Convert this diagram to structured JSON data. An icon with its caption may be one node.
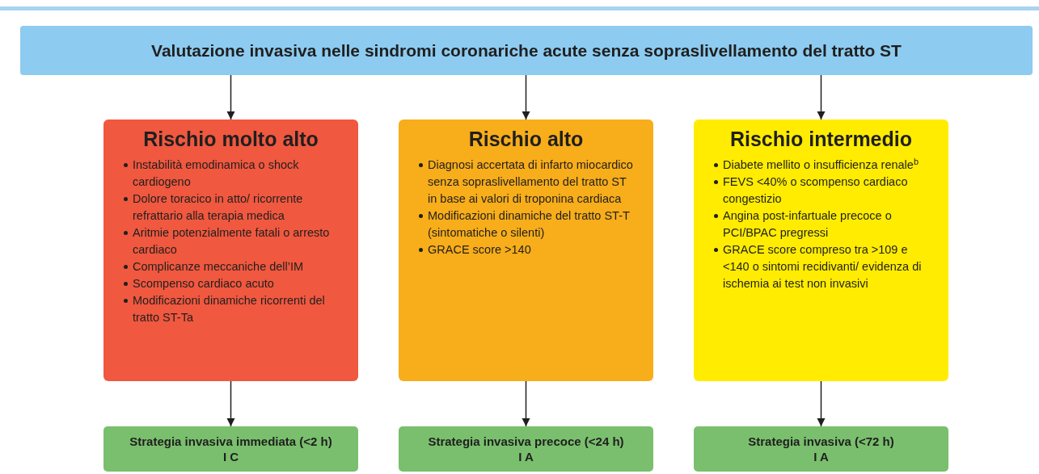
{
  "diagram": {
    "nodes": [
      {
        "text": [
          "Valutazione invasiva nelle sindromi coronariche acute senza sopraslivellamento del tratto ST"
        ]
      },
      {
        "text": [
          "Rischio molto alto",
          "Instabilità emodinamica o shock cardiogeno",
          "Dolore toracico in atto/ ricorrente refrattario alla terapia medica",
          "Aritmie potenzialmente fatali o arresto cardiaco",
          "Complicanze meccaniche dell’IM",
          "Scompenso cardiaco acuto",
          "Modificazioni dinamiche ricorrenti del tratto ST-Ta"
        ]
      },
      {
        "text": [
          "Rischio alto",
          "Diagnosi accertata di infarto miocardico senza sopraslivellamento del tratto ST in base ai valori di troponina cardiaca",
          "Modificazioni dinamiche del tratto ST-T (sintomatiche o silenti)",
          "GRACE score >140"
        ]
      },
      {
        "text": [
          "Rischio intermedio",
          "Diabete mellito o insufficienza renale$^{b}$",
          "FEVS <40% o scompenso cardiaco congestizio",
          "Angina post-infartuale precoce o PCI/BPAC pregressi",
          "GRACE score compreso tra >109 e <140 o sintomi recidivanti/ evidenza di ischemia ai test non invasivi"
        ]
      },
      {
        "text": [
          "Strategia invasiva immediata (<2 h)",
          "I C"
        ]
      },
      {
        "text": [
          "Strategia invasiva precoce (<24 h)",
          "I A"
        ]
      },
      {
        "text": [
          "Strategia invasiva (<72 h)",
          "I A"
        ]
      }
    ],
    "edges": [
      {
        "from": 0,
        "to": 1,
        "arrow": "to"
      },
      {
        "from": 0,
        "to": 2,
        "arrow": "to"
      },
      {
        "from": 0,
        "to": 3,
        "arrow": "to"
      },
      {
        "from": 1,
        "to": 4,
        "arrow": "to"
      },
      {
        "from": 2,
        "to": 5,
        "arrow": "to"
      },
      {
        "from": 3,
        "to": 6,
        "arrow": "to"
      }
    ]
  }
}
